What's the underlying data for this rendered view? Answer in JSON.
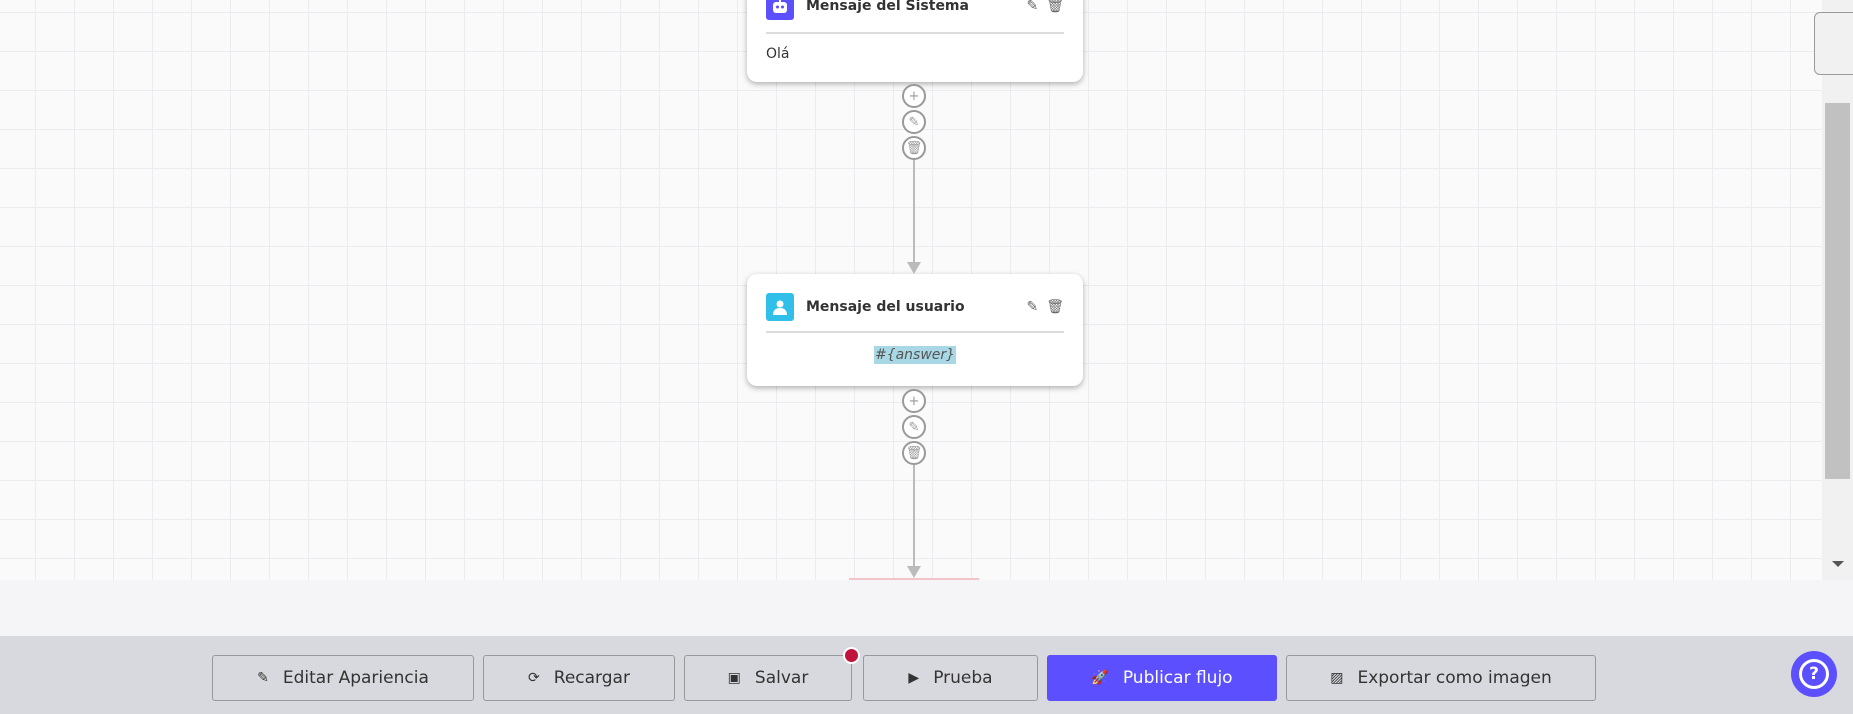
{
  "canvas": {
    "nodes": [
      {
        "type": "system",
        "title": "Mensaje del Sistema",
        "body": "Olá",
        "icon": "robot-icon",
        "icon_color": "#5b4ffe"
      },
      {
        "type": "user",
        "title": "Mensaje del usuario",
        "body": "#{answer}",
        "icon": "user-icon",
        "icon_color": "#2fbfe8"
      }
    ]
  },
  "toolbar": {
    "buttons": [
      {
        "label": "Editar Apariencia",
        "icon": "edit-icon"
      },
      {
        "label": "Recargar",
        "icon": "refresh-icon"
      },
      {
        "label": "Salvar",
        "icon": "save-icon"
      },
      {
        "label": "Prueba",
        "icon": "play-icon"
      },
      {
        "label": "Publicar flujo",
        "icon": "rocket-icon"
      },
      {
        "label": "Exportar como imagen",
        "icon": "image-icon"
      }
    ],
    "unsaved_indicator_color": "#c0143c",
    "primary_color": "#5b4ffe"
  },
  "help": {
    "icon": "question-icon"
  }
}
